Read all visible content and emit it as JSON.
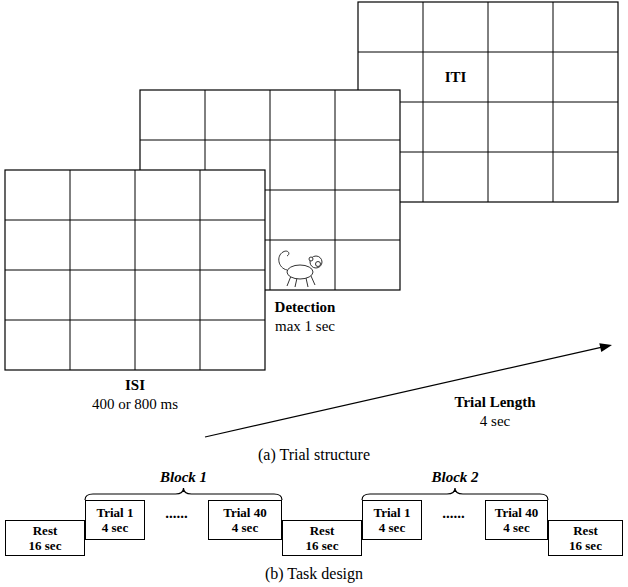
{
  "diagram": {
    "nodes": [
      {
        "text": [
          "Rest",
          "16 sec"
        ]
      },
      {
        "text": [
          "Trial 1",
          "4 sec"
        ]
      },
      {
        "text": [
          "Trial 40",
          "4 sec"
        ]
      },
      {
        "text": [
          "Rest",
          "16 sec"
        ]
      },
      {
        "text": [
          "Trial 1",
          "4 sec"
        ]
      },
      {
        "text": [
          "Trial 40",
          "4 sec"
        ]
      },
      {
        "text": [
          "Rest",
          "16 sec"
        ]
      }
    ],
    "labels": [
      "ISI",
      "400 or 800 ms",
      "Detection",
      "max 1 sec",
      "ITI",
      "Trial Length",
      "4 sec",
      "(a) Trial structure",
      "Block 1",
      "......",
      "Block 2",
      "......",
      "(b) Task design"
    ]
  }
}
